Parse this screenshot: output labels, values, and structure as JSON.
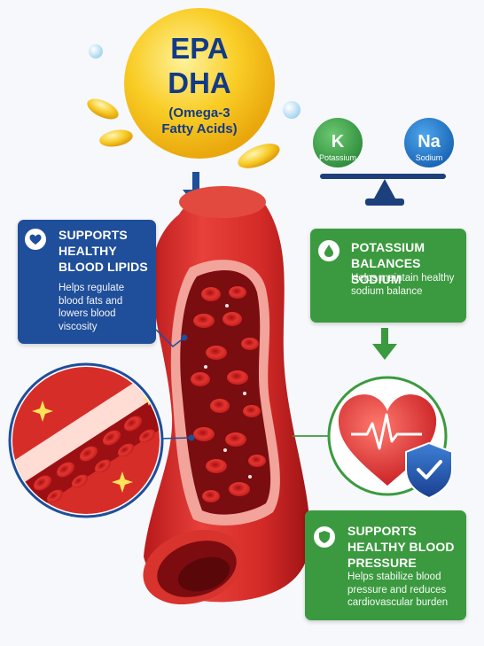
{
  "omega": {
    "line1": "EPA",
    "line2": "DHA",
    "line3": "(Omega-3",
    "line4": "Fatty Acids)"
  },
  "balance": {
    "k_symbol": "K",
    "k_label": "Potassium",
    "na_symbol": "Na",
    "na_label": "Sodium"
  },
  "cards": {
    "lipids": {
      "title": "SUPPORTS HEALTHY BLOOD LIPIDS",
      "body": "Helps regulate blood fats and lowers blood viscosity",
      "icon": "heart-icon"
    },
    "potassium": {
      "title": "POTASSIUM BALANCES SODIUM",
      "body": "Helps maintain healthy sodium balance",
      "icon": "droplet-icon"
    },
    "pressure": {
      "title": "SUPPORTS HEALTHY BLOOD PRESSURE",
      "body": "Helps stabilize blood pressure and reduces cardiovascular burden",
      "icon": "shield-icon"
    }
  },
  "colors": {
    "blue_card": "#1f4e9a",
    "green_card": "#3b9a3f",
    "blood_red": "#d42a26",
    "omega_yellow": "#f7c51e",
    "potassium_green": "#3a9a45",
    "sodium_blue": "#1d72c4"
  }
}
